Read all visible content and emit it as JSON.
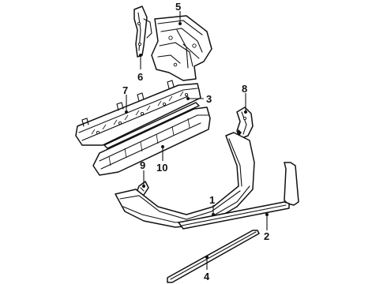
{
  "diagram": {
    "type": "exploded-parts-diagram",
    "callouts": [
      {
        "key": "c1",
        "number": "1"
      },
      {
        "key": "c2",
        "number": "2"
      },
      {
        "key": "c3",
        "number": "3"
      },
      {
        "key": "c4",
        "number": "4"
      },
      {
        "key": "c5",
        "number": "5"
      },
      {
        "key": "c6",
        "number": "6"
      },
      {
        "key": "c7",
        "number": "7"
      },
      {
        "key": "c8",
        "number": "8"
      },
      {
        "key": "c9",
        "number": "9"
      },
      {
        "key": "c10",
        "number": "10"
      }
    ]
  },
  "labels": {
    "c1": "1",
    "c2": "2",
    "c3": "3",
    "c4": "4",
    "c5": "5",
    "c6": "6",
    "c7": "7",
    "c8": "8",
    "c9": "9",
    "c10": "10"
  }
}
